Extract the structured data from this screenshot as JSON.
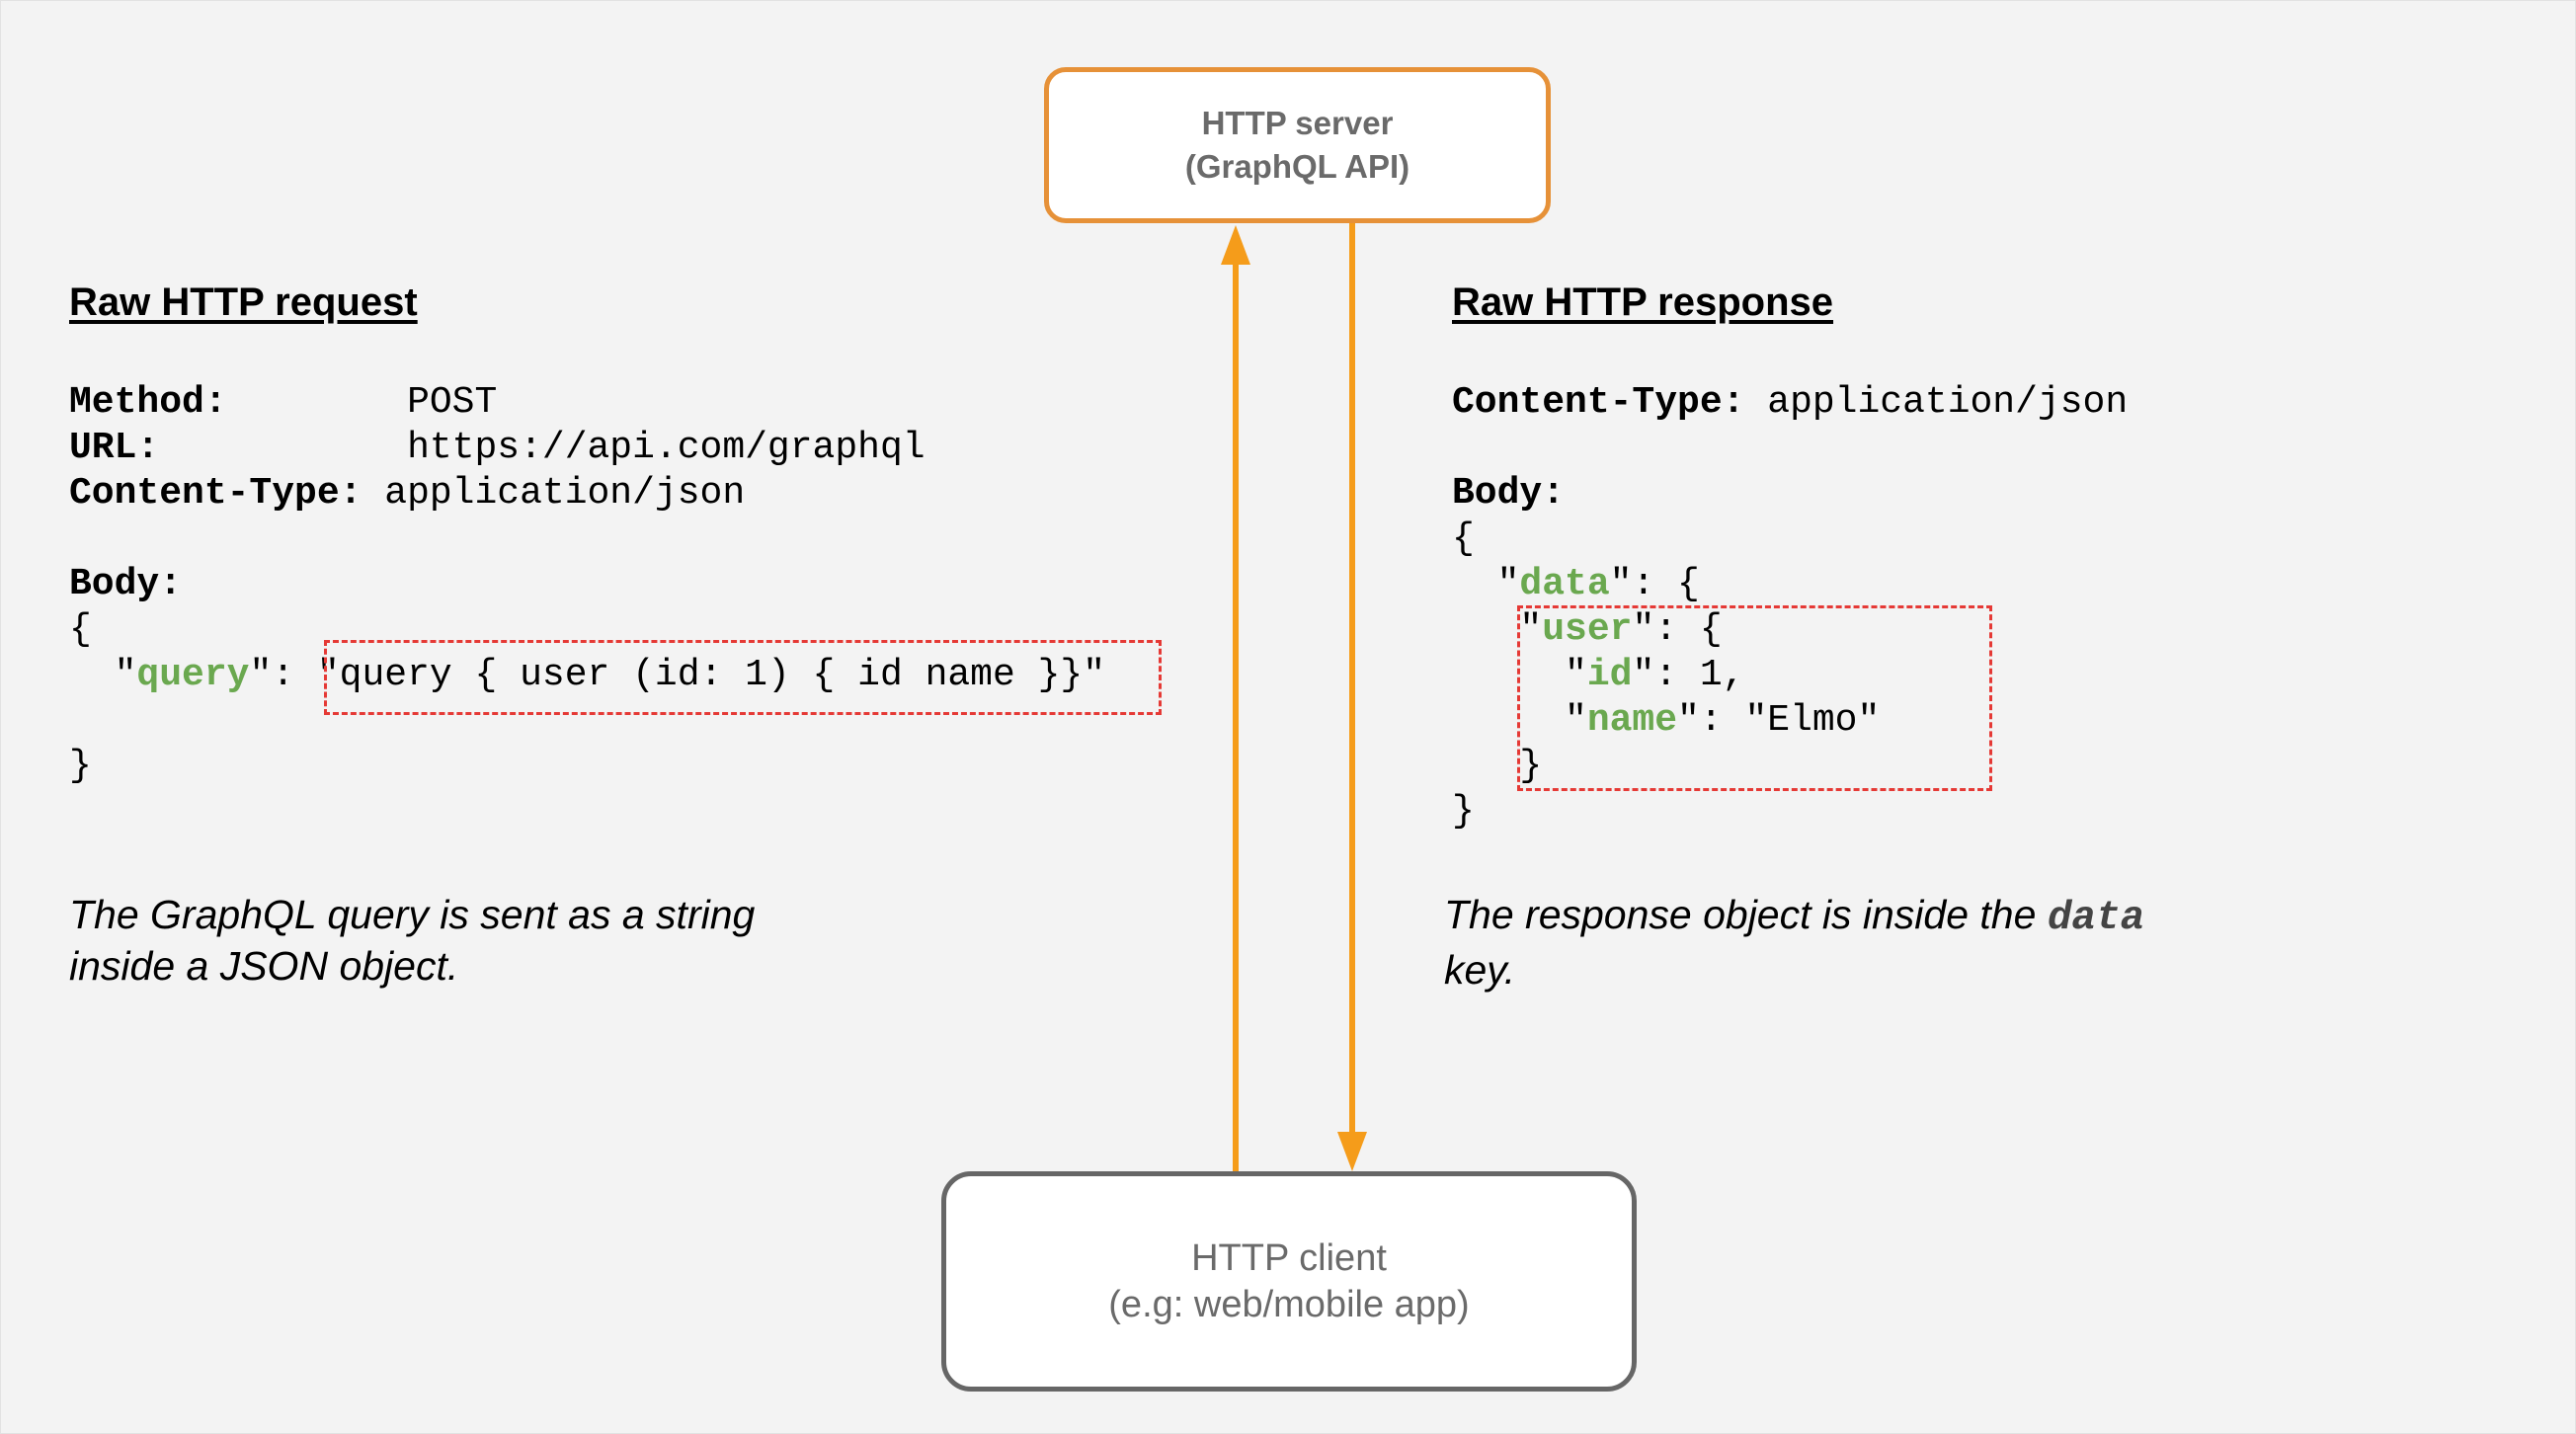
{
  "server": {
    "line1": "HTTP server",
    "line2": "(GraphQL API)"
  },
  "client": {
    "line1": "HTTP client",
    "line2": "(e.g: web/mobile app)"
  },
  "request": {
    "heading": "Raw HTTP request",
    "method_label": "Method:",
    "method_value": "POST",
    "url_label": "URL:",
    "url_value": "https://api.com/graphql",
    "content_type_label": "Content-Type:",
    "content_type_value": "application/json",
    "body_label": "Body:",
    "open_brace": "{",
    "query_key": "query",
    "query_value": "\"query { user (id: 1) { id name }}\"",
    "close_brace": "}",
    "caption_line1": "The GraphQL query is sent as a string",
    "caption_line2": "inside a JSON object."
  },
  "response": {
    "heading": "Raw HTTP response",
    "content_type_label": "Content-Type:",
    "content_type_value": "application/json",
    "body_label": "Body:",
    "open_brace": "{",
    "data_key": "data",
    "user_key": "user",
    "id_key": "id",
    "id_value": "1,",
    "name_key": "name",
    "name_value": "\"Elmo\"",
    "user_close": "}",
    "close_brace": "}",
    "caption_line1_prefix": "The response object is inside the",
    "caption_line1_code": "data",
    "caption_line2": "key."
  },
  "colors": {
    "arrow": "#f59c1a",
    "server_border": "#e69138",
    "client_border": "#666666",
    "json_key": "#6aa84f",
    "highlight_dash": "#e53935"
  }
}
